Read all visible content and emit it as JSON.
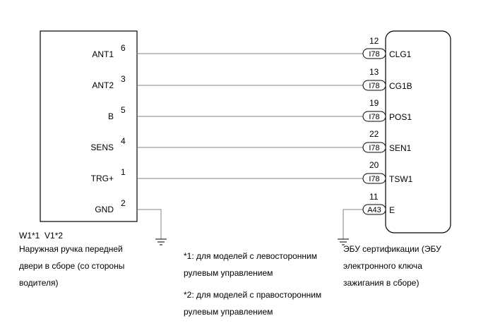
{
  "left_component": {
    "codes": "W1*1  V1*2",
    "name_lines": [
      "Наружная ручка передней",
      "двери в сборе (со стороны",
      "водителя)"
    ]
  },
  "right_component": {
    "name_lines": [
      "ЭБУ сертификации (ЭБУ",
      "электронного ключа",
      "зажигания в сборе)"
    ]
  },
  "notes": [
    {
      "lines": [
        "*1: для моделей с левосторонним",
        "рулевым управлением"
      ]
    },
    {
      "lines": [
        "*2: для моделей с правосторонним",
        "рулевым управлением"
      ]
    }
  ],
  "wires": [
    {
      "left_label": "ANT1",
      "left_pin": "6",
      "connector": "I78",
      "right_pin": "12",
      "right_label": "CLG1"
    },
    {
      "left_label": "ANT2",
      "left_pin": "3",
      "connector": "I78",
      "right_pin": "13",
      "right_label": "CG1B"
    },
    {
      "left_label": "B",
      "left_pin": "5",
      "connector": "I78",
      "right_pin": "19",
      "right_label": "POS1"
    },
    {
      "left_label": "SENS",
      "left_pin": "4",
      "connector": "I78",
      "right_pin": "22",
      "right_label": "SEN1"
    },
    {
      "left_label": "TRG+",
      "left_pin": "1",
      "connector": "I78",
      "right_pin": "20",
      "right_label": "TSW1"
    }
  ],
  "grounds": [
    {
      "left_label": "GND",
      "left_pin": "2"
    },
    {
      "connector": "A43",
      "right_pin": "11",
      "right_label": "E"
    }
  ],
  "colors": {
    "line": "#000000",
    "wire": "#808080",
    "background": "#ffffff"
  }
}
